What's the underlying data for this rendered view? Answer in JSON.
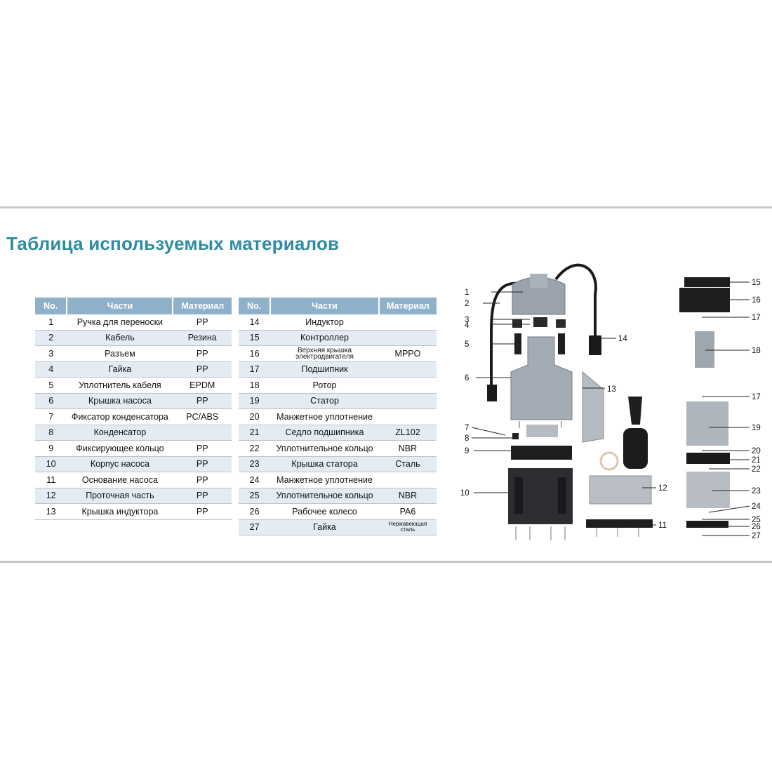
{
  "title": "Таблица используемых материалов",
  "headers": {
    "no": "No.",
    "part": "Части",
    "material": "Материал"
  },
  "table1": [
    {
      "no": "1",
      "part": "Ручка для переноски",
      "material": "PP"
    },
    {
      "no": "2",
      "part": "Кабель",
      "material": "Резина"
    },
    {
      "no": "3",
      "part": "Разъем",
      "material": "PP"
    },
    {
      "no": "4",
      "part": "Гайка",
      "material": "PP"
    },
    {
      "no": "5",
      "part": "Уплотнитель кабеля",
      "material": "EPDM"
    },
    {
      "no": "6",
      "part": "Крышка насоса",
      "material": "PP"
    },
    {
      "no": "7",
      "part": "Фиксатор конденсатора",
      "material": "PC/ABS"
    },
    {
      "no": "8",
      "part": "Конденсатор",
      "material": ""
    },
    {
      "no": "9",
      "part": "Фиксирующее кольцо",
      "material": "PP"
    },
    {
      "no": "10",
      "part": "Корпус насоса",
      "material": "PP"
    },
    {
      "no": "11",
      "part": "Основание насоса",
      "material": "PP"
    },
    {
      "no": "12",
      "part": "Проточная часть",
      "material": "PP"
    },
    {
      "no": "13",
      "part": "Крышка индуктора",
      "material": "PP"
    }
  ],
  "table2": [
    {
      "no": "14",
      "part": "Индуктор",
      "material": ""
    },
    {
      "no": "15",
      "part": "Контроллер",
      "material": ""
    },
    {
      "no": "16",
      "part": "Верхняя крышка электродвигателя",
      "material": "MPPO"
    },
    {
      "no": "17",
      "part": "Подшипник",
      "material": ""
    },
    {
      "no": "18",
      "part": "Ротор",
      "material": ""
    },
    {
      "no": "19",
      "part": "Статор",
      "material": ""
    },
    {
      "no": "20",
      "part": "Манжетное уплотнение",
      "material": ""
    },
    {
      "no": "21",
      "part": "Седло подшипника",
      "material": "ZL102"
    },
    {
      "no": "22",
      "part": "Уплотнительное кольцо",
      "material": "NBR"
    },
    {
      "no": "23",
      "part": "Крышка статора",
      "material": "Сталь"
    },
    {
      "no": "24",
      "part": "Манжетное уплотнение",
      "material": ""
    },
    {
      "no": "25",
      "part": "Уплотнительное кольцо",
      "material": "NBR"
    },
    {
      "no": "26",
      "part": "Рабочее колесо",
      "material": "PA6"
    },
    {
      "no": "27",
      "part": "Гайка",
      "material": "Нержавеющая сталь"
    }
  ],
  "callouts": [
    "1",
    "2",
    "3",
    "4",
    "5",
    "6",
    "7",
    "8",
    "9",
    "10",
    "11",
    "12",
    "13",
    "14",
    "15",
    "16",
    "17",
    "17",
    "18",
    "19",
    "20",
    "21",
    "22",
    "23",
    "24",
    "25",
    "26",
    "27"
  ],
  "colors": {
    "title": "#2f8ba3",
    "header": "#8fb0c9",
    "row_shade": "#e4ebf2"
  }
}
